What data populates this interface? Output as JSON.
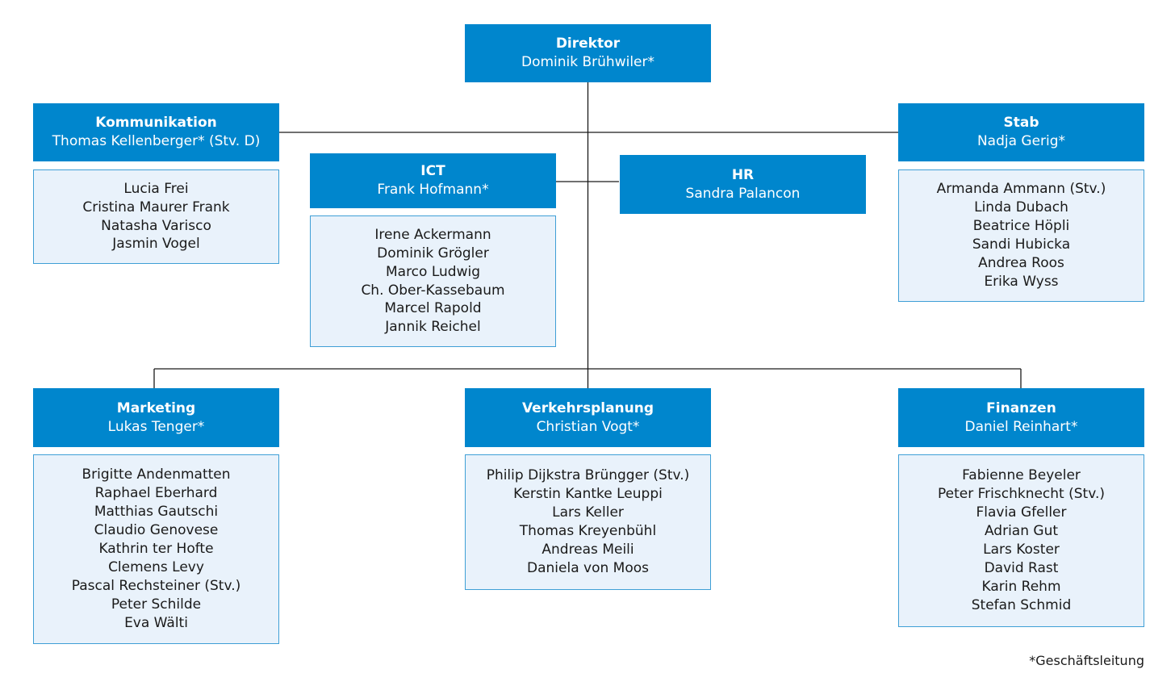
{
  "director": {
    "title": "Direktor",
    "name": "Dominik Brühwiler*"
  },
  "kommunikation": {
    "title": "Kommunikation",
    "name": "Thomas Kellenberger* (Stv. D)",
    "members": [
      "Lucia Frei",
      "Cristina Maurer Frank",
      "Natasha Varisco",
      "Jasmin Vogel"
    ]
  },
  "ict": {
    "title": "ICT",
    "name": "Frank Hofmann*",
    "members": [
      "Irene Ackermann",
      "Dominik Grögler",
      "Marco Ludwig",
      "Ch. Ober-Kassebaum",
      "Marcel Rapold",
      "Jannik Reichel"
    ]
  },
  "hr": {
    "title": "HR",
    "name": "Sandra Palancon"
  },
  "stab": {
    "title": "Stab",
    "name": "Nadja Gerig*",
    "members": [
      "Armanda Ammann (Stv.)",
      "Linda Dubach",
      "Beatrice Höpli",
      "Sandi Hubicka",
      "Andrea Roos",
      "Erika Wyss"
    ]
  },
  "marketing": {
    "title": "Marketing",
    "name": "Lukas Tenger*",
    "members": [
      "Brigitte Andenmatten",
      "Raphael Eberhard",
      "Matthias Gautschi",
      "Claudio Genovese",
      "Kathrin ter Hofte",
      "Clemens Levy",
      "Pascal Rechsteiner (Stv.)",
      "Peter Schilde",
      "Eva Wälti"
    ]
  },
  "verkehrsplanung": {
    "title": "Verkehrsplanung",
    "name": "Christian Vogt*",
    "members": [
      "Philip Dijkstra Brüngger (Stv.)",
      "Kerstin Kantke Leuppi",
      "Lars Keller",
      "Thomas Kreyenbühl",
      "Andreas Meili",
      "Daniela von Moos"
    ]
  },
  "finanzen": {
    "title": "Finanzen",
    "name": "Daniel Reinhart*",
    "members": [
      "Fabienne Beyeler",
      "Peter Frischknecht (Stv.)",
      "Flavia Gfeller",
      "Adrian Gut",
      "Lars Koster",
      "David Rast",
      "Karin Rehm",
      "Stefan Schmid"
    ]
  },
  "footnote": "*Geschäftsleitung",
  "colors": {
    "header": "#0086cd",
    "member_bg": "#e9f2fb",
    "member_border": "#3f9fd6",
    "line": "#1a1a1a"
  }
}
